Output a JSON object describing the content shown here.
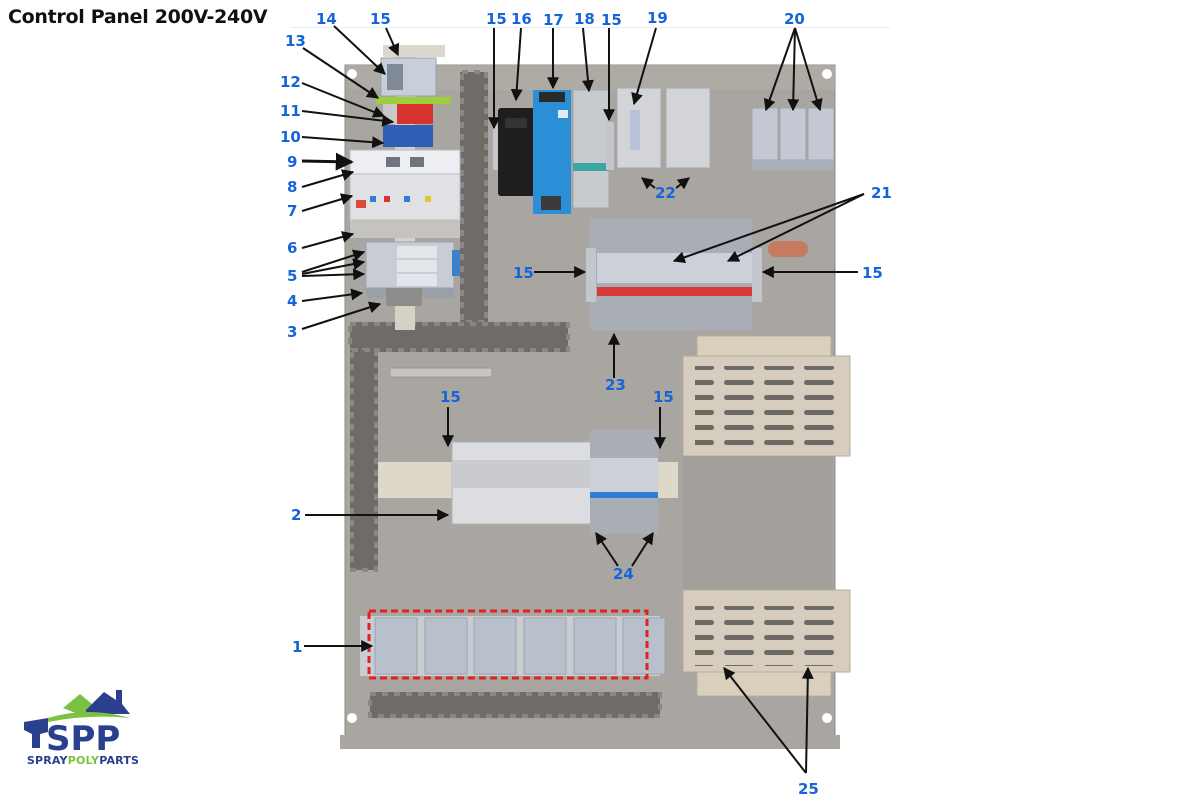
{
  "title": "Control Panel 200V-240V",
  "brand": {
    "logo_letters": "SPP",
    "name_part1": "SPRAY",
    "name_part2": "POLY",
    "name_part3": "PARTS",
    "colors": {
      "primary": "#2a3f8e",
      "accent": "#7cc242"
    }
  },
  "callout_color": "#1565d8",
  "callouts": [
    {
      "id": "c14",
      "label": "14"
    },
    {
      "id": "c15a",
      "label": "15"
    },
    {
      "id": "c13",
      "label": "13"
    },
    {
      "id": "c12",
      "label": "12"
    },
    {
      "id": "c11",
      "label": "11"
    },
    {
      "id": "c10",
      "label": "10"
    },
    {
      "id": "c9",
      "label": "9"
    },
    {
      "id": "c8",
      "label": "8"
    },
    {
      "id": "c7",
      "label": "7"
    },
    {
      "id": "c6",
      "label": "6"
    },
    {
      "id": "c5",
      "label": "5"
    },
    {
      "id": "c4",
      "label": "4"
    },
    {
      "id": "c3",
      "label": "3"
    },
    {
      "id": "c15b",
      "label": "15"
    },
    {
      "id": "c16",
      "label": "16"
    },
    {
      "id": "c17",
      "label": "17"
    },
    {
      "id": "c18",
      "label": "18"
    },
    {
      "id": "c15c",
      "label": "15"
    },
    {
      "id": "c19",
      "label": "19"
    },
    {
      "id": "c20",
      "label": "20"
    },
    {
      "id": "c22",
      "label": "22"
    },
    {
      "id": "c21",
      "label": "21"
    },
    {
      "id": "c15d",
      "label": "15"
    },
    {
      "id": "c15e",
      "label": "15"
    },
    {
      "id": "c23",
      "label": "23"
    },
    {
      "id": "c15f",
      "label": "15"
    },
    {
      "id": "c15g",
      "label": "15"
    },
    {
      "id": "c2",
      "label": "2"
    },
    {
      "id": "c24",
      "label": "24"
    },
    {
      "id": "c1",
      "label": "1"
    },
    {
      "id": "c25",
      "label": "25"
    }
  ]
}
